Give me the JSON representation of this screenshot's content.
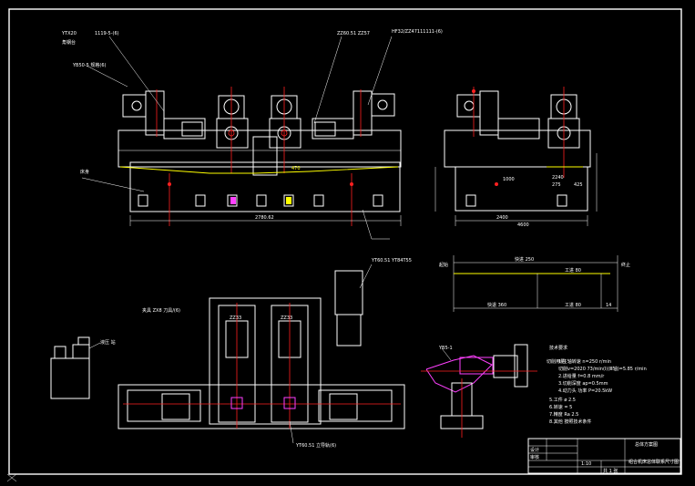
{
  "colors": {
    "background": "#000000",
    "line": "#ffffff",
    "centerline": "#ff2020",
    "dimension": "#ffff00",
    "highlight": "#ff40ff"
  },
  "front_view": {
    "callout_top_left_1": "YTX20",
    "callout_top_left_2": "1119-5-(6)",
    "callout_top_left_3": "角钢台",
    "callout_left_mid": "YB50-5 规格(6)",
    "callout_top_mid": "ZZ60.51 ZZ57",
    "callout_top_right": "HF32/ZZ47111111-(6)",
    "label_bed": "床身",
    "dim_bottom": "2780.62",
    "dim_mid": "470"
  },
  "side_view": {
    "dim_right_1": "2240",
    "dim_right_2": "275",
    "dim_right_3": "425",
    "dim_bottom_1": "2400",
    "dim_bottom_2": "4600",
    "dim_left": "1000"
  },
  "cycle_diagram": {
    "label_left": "起始",
    "label_right": "终止",
    "label_top": "快进 250",
    "label_feed": "工进 80",
    "label_return_left": "快退 360",
    "label_return_mid": "工进 80",
    "label_end": "14"
  },
  "plan_view": {
    "label_top": "YT60.51 YT84T55",
    "label_left": "夹具 ZX8 刀具/(6)",
    "label_bottom": "YT60.51 立导轨(6)",
    "label_hydraulic": "液压 站",
    "label_center_1": "ZZ33",
    "label_center_2": "ZZ33"
  },
  "technical_notes": {
    "heading": "技术要求",
    "title_cutting": "切削用量:",
    "line_1": "1.主轴转速 n=250 r/min",
    "line_2": "切削v=2020 73/min(Ⅰ)(Ⅲ轴)=5.85 r/min",
    "line_3": "2.进给量 f=0.8 mm/r",
    "line_4": "3.切削深度 ap=0.5mm",
    "line_5": "4.动力头 功率 P=20.5kW",
    "line_6": "5.工件 ø 2.5",
    "line_7": "6.转速 = 5",
    "line_8": "7.精度 Ra 2.5",
    "line_9": "8.其他 按照技术条件"
  },
  "detail_label": "YB5-1",
  "title_block": {
    "drawing_name": "总体方案图",
    "product_name": "组合机床总体联系尺寸图",
    "scale": "1:10",
    "sheet": "共 1 张",
    "designer": "设计",
    "checker": "审核"
  }
}
